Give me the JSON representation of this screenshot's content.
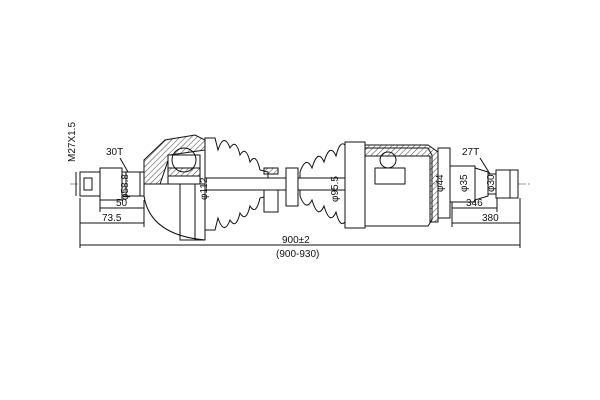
{
  "drawing": {
    "thread_spec": "M27X1.5",
    "left_splines": "30T",
    "right_splines": "27T",
    "dia_left_spline": "φ58.8",
    "dia_left_joint": "φ112",
    "dia_right_joint": "φ95.5",
    "dia_right_seal": "φ44",
    "dia_right_shaft": "φ35",
    "dia_right_spline": "φ30",
    "dim_left_spline_length": "50",
    "dim_left_stub_length": "73.5",
    "dim_right_spline_length": "346",
    "dim_right_stub_length": "380",
    "overall_length": "900±2",
    "overall_length_range": "(900-930)"
  }
}
